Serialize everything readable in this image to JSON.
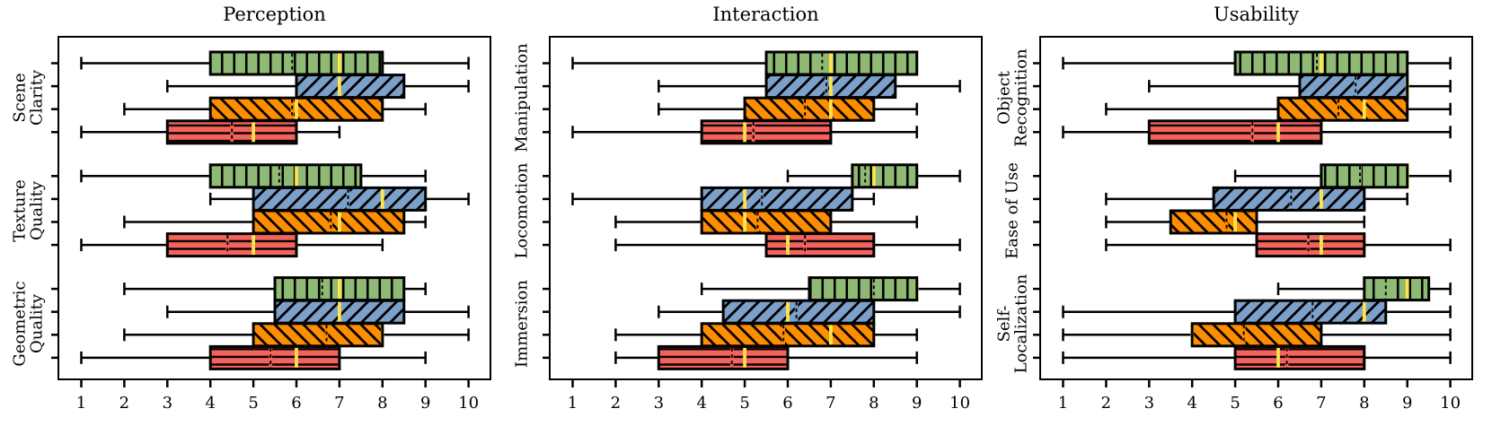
{
  "chart_data": {
    "type": "boxplot_horizontal_grouped",
    "x_axis": {
      "min": 1,
      "max": 10,
      "ticks": [
        1,
        2,
        3,
        4,
        5,
        6,
        7,
        8,
        9,
        10
      ]
    },
    "grid": false,
    "legend": "none",
    "style": {
      "median_line_color": "#ffe34d",
      "mean_line_style": "black dashed",
      "box_edge_color": "#000000",
      "whisker_color": "#000000"
    },
    "series": [
      {
        "name": "series-green",
        "color": "#8fba75",
        "hatch": "vertical"
      },
      {
        "name": "series-blue",
        "color": "#7ba1cb",
        "hatch": "forward-diagonal"
      },
      {
        "name": "series-orange",
        "color": "#ff8d00",
        "hatch": "back-diagonal"
      },
      {
        "name": "series-red",
        "color": "#f4635c",
        "hatch": "horizontal"
      }
    ],
    "panels": [
      {
        "title": "Perception",
        "groups": [
          {
            "label_lines": [
              "Scene",
              "Clarity"
            ],
            "boxes": [
              {
                "s": 0,
                "lo": 1,
                "q1": 4,
                "med": 7,
                "q3": 8,
                "hi": 10,
                "mean": 5.9
              },
              {
                "s": 1,
                "lo": 3,
                "q1": 6,
                "med": 7,
                "q3": 8.5,
                "hi": 10,
                "mean": 7.0
              },
              {
                "s": 2,
                "lo": 2,
                "q1": 4,
                "med": 6,
                "q3": 8,
                "hi": 9,
                "mean": 5.9
              },
              {
                "s": 3,
                "lo": 1,
                "q1": 3,
                "med": 5,
                "q3": 6,
                "hi": 7,
                "mean": 4.5
              }
            ]
          },
          {
            "label_lines": [
              "Texture",
              "Quality"
            ],
            "boxes": [
              {
                "s": 0,
                "lo": 1,
                "q1": 4,
                "med": 6,
                "q3": 7.5,
                "hi": 9,
                "mean": 5.6
              },
              {
                "s": 1,
                "lo": 4,
                "q1": 5,
                "med": 8,
                "q3": 9,
                "hi": 10,
                "mean": 7.2
              },
              {
                "s": 2,
                "lo": 2,
                "q1": 5,
                "med": 7,
                "q3": 8.5,
                "hi": 9,
                "mean": 6.8
              },
              {
                "s": 3,
                "lo": 1,
                "q1": 3,
                "med": 5,
                "q3": 6,
                "hi": 8,
                "mean": 4.4
              }
            ]
          },
          {
            "label_lines": [
              "Geometric",
              "Quality"
            ],
            "boxes": [
              {
                "s": 0,
                "lo": 2,
                "q1": 5.5,
                "med": 7,
                "q3": 8.5,
                "hi": 9,
                "mean": 6.6
              },
              {
                "s": 1,
                "lo": 3,
                "q1": 5.5,
                "med": 7,
                "q3": 8.5,
                "hi": 10,
                "mean": 7.0
              },
              {
                "s": 2,
                "lo": 2,
                "q1": 5,
                "med": 8,
                "q3": 8,
                "hi": 10,
                "mean": 6.7
              },
              {
                "s": 3,
                "lo": 1,
                "q1": 4,
                "med": 6,
                "q3": 7,
                "hi": 9,
                "mean": 5.4
              }
            ]
          }
        ]
      },
      {
        "title": "Interaction",
        "groups": [
          {
            "label_lines": [
              "Manipulation"
            ],
            "boxes": [
              {
                "s": 0,
                "lo": 1,
                "q1": 5.5,
                "med": 7,
                "q3": 9,
                "hi": 9,
                "mean": 6.8
              },
              {
                "s": 1,
                "lo": 3,
                "q1": 5.5,
                "med": 7,
                "q3": 8.5,
                "hi": 10,
                "mean": 6.9
              },
              {
                "s": 2,
                "lo": 3,
                "q1": 5,
                "med": 7,
                "q3": 8,
                "hi": 9,
                "mean": 6.4
              },
              {
                "s": 3,
                "lo": 1,
                "q1": 4,
                "med": 5,
                "q3": 7,
                "hi": 9,
                "mean": 5.2
              }
            ]
          },
          {
            "label_lines": [
              "Locomotion"
            ],
            "boxes": [
              {
                "s": 0,
                "lo": 6,
                "q1": 7.5,
                "med": 8,
                "q3": 9,
                "hi": 10,
                "mean": 7.8
              },
              {
                "s": 1,
                "lo": 1,
                "q1": 4,
                "med": 5,
                "q3": 7.5,
                "hi": 8,
                "mean": 5.4
              },
              {
                "s": 2,
                "lo": 2,
                "q1": 4,
                "med": 5,
                "q3": 7,
                "hi": 9,
                "mean": 5.3
              },
              {
                "s": 3,
                "lo": 2,
                "q1": 5.5,
                "med": 6,
                "q3": 8,
                "hi": 10,
                "mean": 6.4
              }
            ]
          },
          {
            "label_lines": [
              "Immersion"
            ],
            "boxes": [
              {
                "s": 0,
                "lo": 4,
                "q1": 6.5,
                "med": 9,
                "q3": 9,
                "hi": 10,
                "mean": 8.0
              },
              {
                "s": 1,
                "lo": 3,
                "q1": 4.5,
                "med": 6,
                "q3": 8,
                "hi": 10,
                "mean": 6.2
              },
              {
                "s": 2,
                "lo": 2,
                "q1": 4,
                "med": 7,
                "q3": 8,
                "hi": 9,
                "mean": 5.9
              },
              {
                "s": 3,
                "lo": 2,
                "q1": 3,
                "med": 5,
                "q3": 6,
                "hi": 9,
                "mean": 4.7
              }
            ]
          }
        ]
      },
      {
        "title": "Usability",
        "groups": [
          {
            "label_lines": [
              "Object",
              "Recognition"
            ],
            "boxes": [
              {
                "s": 0,
                "lo": 1,
                "q1": 5,
                "med": 7,
                "q3": 9,
                "hi": 10,
                "mean": 6.9
              },
              {
                "s": 1,
                "lo": 3,
                "q1": 6.5,
                "med": 9,
                "q3": 9,
                "hi": 10,
                "mean": 7.8
              },
              {
                "s": 2,
                "lo": 2,
                "q1": 6,
                "med": 8,
                "q3": 9,
                "hi": 10,
                "mean": 7.4
              },
              {
                "s": 3,
                "lo": 1,
                "q1": 3,
                "med": 6,
                "q3": 7,
                "hi": 10,
                "mean": 5.4
              }
            ]
          },
          {
            "label_lines": [
              "Ease of Use"
            ],
            "boxes": [
              {
                "s": 0,
                "lo": 5,
                "q1": 7,
                "med": 9,
                "q3": 9,
                "hi": 10,
                "mean": 7.9
              },
              {
                "s": 1,
                "lo": 2,
                "q1": 4.5,
                "med": 7,
                "q3": 8,
                "hi": 9,
                "mean": 6.3
              },
              {
                "s": 2,
                "lo": 2,
                "q1": 3.5,
                "med": 5,
                "q3": 5.5,
                "hi": 8,
                "mean": 4.8
              },
              {
                "s": 3,
                "lo": 2,
                "q1": 5.5,
                "med": 7,
                "q3": 8,
                "hi": 10,
                "mean": 6.7
              }
            ]
          },
          {
            "label_lines": [
              "Self-",
              "Localization"
            ],
            "boxes": [
              {
                "s": 0,
                "lo": 6,
                "q1": 8,
                "med": 9,
                "q3": 9.5,
                "hi": 10,
                "mean": 8.5
              },
              {
                "s": 1,
                "lo": 1,
                "q1": 5,
                "med": 8,
                "q3": 8.5,
                "hi": 10,
                "mean": 6.8
              },
              {
                "s": 2,
                "lo": 1,
                "q1": 4,
                "med": 4,
                "q3": 7,
                "hi": 10,
                "mean": 5.2
              },
              {
                "s": 3,
                "lo": 1,
                "q1": 5,
                "med": 6,
                "q3": 8,
                "hi": 10,
                "mean": 6.2
              }
            ]
          }
        ]
      }
    ]
  }
}
